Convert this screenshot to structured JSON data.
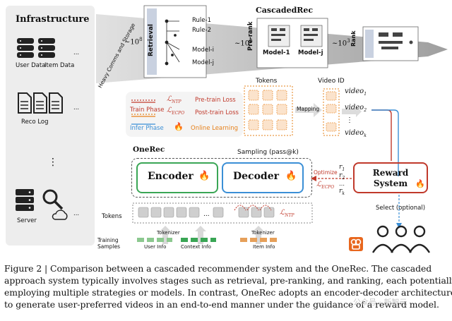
{
  "figure": {
    "infra": {
      "title": "Infrastructure",
      "user_data": "User Data",
      "item_data": "Item Data",
      "reco_log": "Reco Log",
      "server": "Server",
      "ellipsis_h": "...",
      "ellipsis_v": "⋮"
    },
    "cascaded": {
      "title": "CascadedRec",
      "heavy_comms": "Heavy Comms and Storage",
      "retrieval": "Retrieval",
      "pre_rank": "Pre-rank",
      "rank": "Rank",
      "rule1": "Rule-1",
      "rule2": "Rule-2",
      "model_i": "Model-i",
      "model_j": "Model-j",
      "model_1": "Model-1",
      "model_j2": "Model-j",
      "n1": "~10",
      "n1_exp": "8",
      "n2": "~10",
      "n2_exp": "4",
      "n3": "~10",
      "n3_exp": "3"
    },
    "legend": {
      "l_ntp": "ℒ",
      "l_ntp_sub": "NTP",
      "pretrain": "Pre-train Loss",
      "l_ecpo": "ℒ",
      "l_ecpo_sub": "ECPO",
      "posttrain": "Post-train Loss",
      "train_phase": "Train Phase",
      "infer_phase": "Infer Phase",
      "online": "Online Learning"
    },
    "tokens_label": "Tokens",
    "video_id_label": "Video ID",
    "mapping": "Mapping",
    "videos": [
      "video",
      "video",
      "video"
    ],
    "video_subs": [
      "1",
      "2",
      "k"
    ],
    "onerec": "OneRec",
    "sampling": "Sampling (pass@k)",
    "encoder": "Encoder",
    "decoder": "Decoder",
    "fire": "🔥",
    "optimize": "Optimize",
    "opt_l": "ℒ",
    "opt_l_sub": "ECPO",
    "rewards": [
      "r",
      "r",
      "r"
    ],
    "reward_subs": [
      "1",
      "2",
      "k"
    ],
    "reward_title": "Reward System",
    "select": "Select (optional)",
    "tokens_row": "Tokens",
    "training_samples": "Training Samples",
    "tokenizer": "Tokenizer",
    "user_info": "User Info",
    "context_info": "Context Info",
    "item_info": "Item Info",
    "ntp_l": "ℒ",
    "ntp_sub": "NTP"
  },
  "caption": {
    "line1": "Figure 2 | Comparison between a cascaded recommender system and the OneRec. The cascaded",
    "line2": "approach system typically involves stages such as retrieval, pre-ranking, and ranking, each potentially",
    "line3": "employing multiple strategies or models. In contrast, OneRec adopts an encoder-decoder architecture",
    "line4": "to generate user-preferred videos in an end-to-end manner under the guidance of a reward model.",
    "watermark": "公众号 · 新智元"
  },
  "colors": {
    "red": "#c0392b",
    "orange": "#e6801a",
    "blue": "#3b8fd6",
    "green": "#3aa655",
    "panel": "#ededed"
  }
}
